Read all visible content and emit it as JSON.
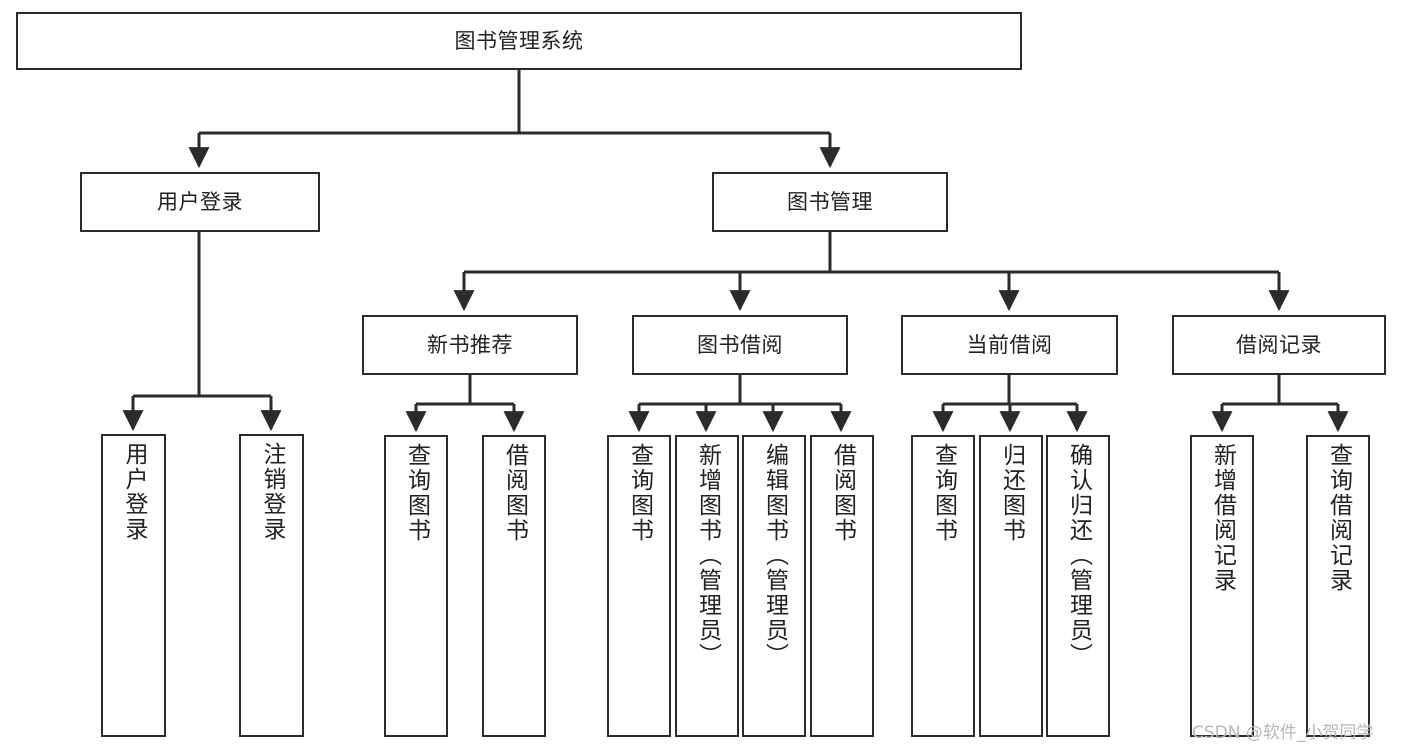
{
  "diagram": {
    "type": "hierarchy-tree",
    "title": "图书管理系统",
    "watermark": "CSDN @软件_小贺同学",
    "colors": {
      "box_border": "#2b2b2b",
      "box_fill": "#ffffff",
      "connector": "#2b2b2b",
      "text": "#222222",
      "watermark": "#b8b8b8",
      "background": "#ffffff"
    },
    "levels": {
      "root": [
        "图书管理系统"
      ],
      "level2": [
        "用户登录",
        "图书管理"
      ],
      "level3": [
        "新书推荐",
        "图书借阅",
        "当前借阅",
        "借阅记录"
      ],
      "leaves": [
        "用户登录",
        "注销登录",
        "查询图书",
        "借阅图书",
        "查询图书",
        "新增图书（管理员）",
        "编辑图书（管理员）",
        "借阅图书",
        "查询图书",
        "归还图书",
        "确认归还（管理员）",
        "新增借阅记录",
        "查询借阅记录"
      ]
    },
    "nodes": {
      "root": {
        "label": "图书管理系统"
      },
      "user_login": {
        "label": "用户登录"
      },
      "book_manage": {
        "label": "图书管理"
      },
      "new_book_rec": {
        "label": "新书推荐"
      },
      "book_borrow": {
        "label": "图书借阅"
      },
      "current_borrow": {
        "label": "当前借阅"
      },
      "borrow_record": {
        "label": "借阅记录"
      },
      "leaf_user_login": {
        "label": "用户登录"
      },
      "leaf_user_logout": {
        "label": "注销登录"
      },
      "leaf_query_book_1": {
        "label": "查询图书"
      },
      "leaf_borrow_book_1": {
        "label": "借阅图书"
      },
      "leaf_query_book_2": {
        "label": "查询图书"
      },
      "leaf_add_book": {
        "label": "新增图书（管理员）"
      },
      "leaf_edit_book": {
        "label": "编辑图书（管理员）"
      },
      "leaf_borrow_book_2": {
        "label": "借阅图书"
      },
      "leaf_query_book_3": {
        "label": "查询图书"
      },
      "leaf_return_book": {
        "label": "归还图书"
      },
      "leaf_confirm_return": {
        "label": "确认归还（管理员）"
      },
      "leaf_add_record": {
        "label": "新增借阅记录"
      },
      "leaf_query_record": {
        "label": "查询借阅记录"
      }
    },
    "edges": [
      {
        "from": "root",
        "to": "user_login"
      },
      {
        "from": "root",
        "to": "book_manage"
      },
      {
        "from": "user_login",
        "to": "leaf_user_login"
      },
      {
        "from": "user_login",
        "to": "leaf_user_logout"
      },
      {
        "from": "book_manage",
        "to": "new_book_rec"
      },
      {
        "from": "book_manage",
        "to": "book_borrow"
      },
      {
        "from": "book_manage",
        "to": "current_borrow"
      },
      {
        "from": "book_manage",
        "to": "borrow_record"
      },
      {
        "from": "new_book_rec",
        "to": "leaf_query_book_1"
      },
      {
        "from": "new_book_rec",
        "to": "leaf_borrow_book_1"
      },
      {
        "from": "book_borrow",
        "to": "leaf_query_book_2"
      },
      {
        "from": "book_borrow",
        "to": "leaf_add_book"
      },
      {
        "from": "book_borrow",
        "to": "leaf_edit_book"
      },
      {
        "from": "book_borrow",
        "to": "leaf_borrow_book_2"
      },
      {
        "from": "current_borrow",
        "to": "leaf_query_book_3"
      },
      {
        "from": "current_borrow",
        "to": "leaf_return_book"
      },
      {
        "from": "current_borrow",
        "to": "leaf_confirm_return"
      },
      {
        "from": "borrow_record",
        "to": "leaf_add_record"
      },
      {
        "from": "borrow_record",
        "to": "leaf_query_record"
      }
    ]
  }
}
